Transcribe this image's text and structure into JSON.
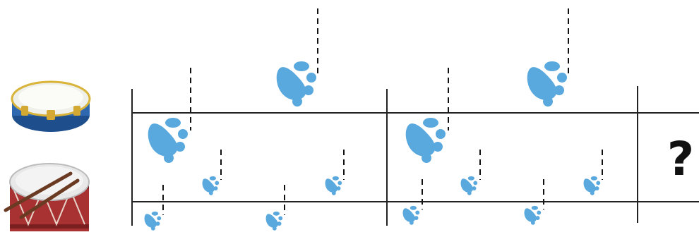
{
  "instruments": [
    {
      "name": "tambourine",
      "icon": "tambourine-icon"
    },
    {
      "name": "drum",
      "icon": "drum-icon"
    }
  ],
  "paw_color": "#5aa9de",
  "line_color": "#222222",
  "question_text": "?",
  "measures": [
    {
      "index": 1,
      "tambourine_notes": [
        "large-paw",
        "large-paw"
      ],
      "drum_notes": [
        "small-paw",
        "small-paw",
        "small-paw",
        "small-paw"
      ]
    },
    {
      "index": 2,
      "tambourine_notes": [
        "large-paw",
        "large-paw"
      ],
      "drum_notes": [
        "small-paw",
        "small-paw",
        "small-paw",
        "small-paw"
      ]
    },
    {
      "index": 3,
      "tambourine_notes": [],
      "drum_notes": [],
      "unknown": true
    }
  ]
}
